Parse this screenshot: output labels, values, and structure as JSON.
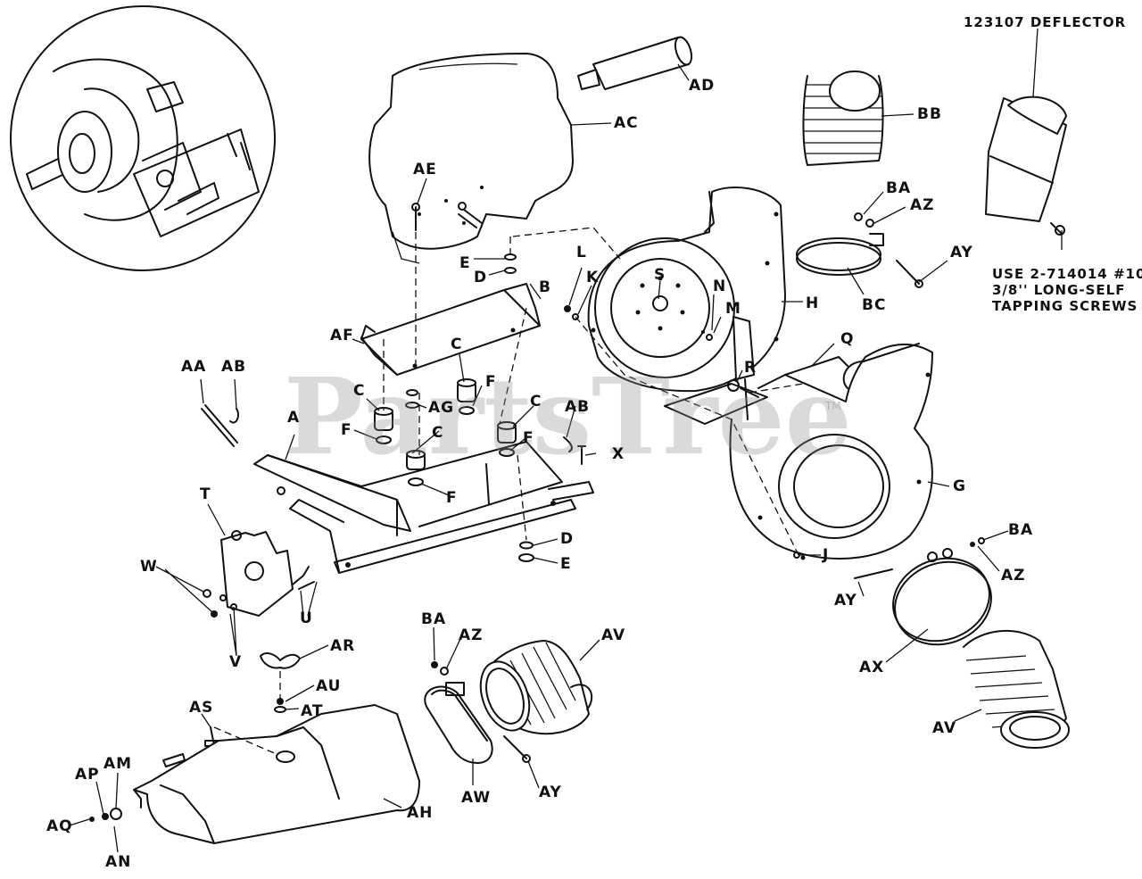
{
  "watermark": {
    "text": "PartsTree",
    "tm": "TM"
  },
  "notes": {
    "deflector": "123107 DEFLECTOR",
    "use_line1": "USE 2-714014 #10-",
    "use_line2": "3/8'' LONG-SELF",
    "use_line3": "TAPPING SCREWS"
  },
  "labels": {
    "AD": "AD",
    "AC": "AC",
    "AE": "AE",
    "BB": "BB",
    "BA_top": "BA",
    "AZ_top": "AZ",
    "AY_top": "AY",
    "BC": "BC",
    "E_top": "E",
    "D_top": "D",
    "B": "B",
    "L": "L",
    "K": "K",
    "S": "S",
    "N": "N",
    "M": "M",
    "H": "H",
    "Q": "Q",
    "R": "R",
    "AF": "AF",
    "AA": "AA",
    "AB_left": "AB",
    "C_1": "C",
    "C_2": "C",
    "C_3": "C",
    "C_4": "C",
    "AG": "AG",
    "AB_right": "AB",
    "F_1": "F",
    "F_2": "F",
    "F_3": "F",
    "F_4": "F",
    "X": "X",
    "A": "A",
    "G": "G",
    "T": "T",
    "D_bot": "D",
    "E_bot": "E",
    "W": "W",
    "U": "U",
    "V": "V",
    "J": "J",
    "BA_right": "BA",
    "AZ_right": "AZ",
    "AY_right": "AY",
    "AX": "AX",
    "AV_right": "AV",
    "BA_mid": "BA",
    "AZ_mid": "AZ",
    "AV_mid": "AV",
    "AR": "AR",
    "AU": "AU",
    "AT": "AT",
    "AS": "AS",
    "AM": "AM",
    "AP": "AP",
    "AQ": "AQ",
    "AN": "AN",
    "AH": "AH",
    "AW": "AW",
    "AY_bot": "AY"
  }
}
